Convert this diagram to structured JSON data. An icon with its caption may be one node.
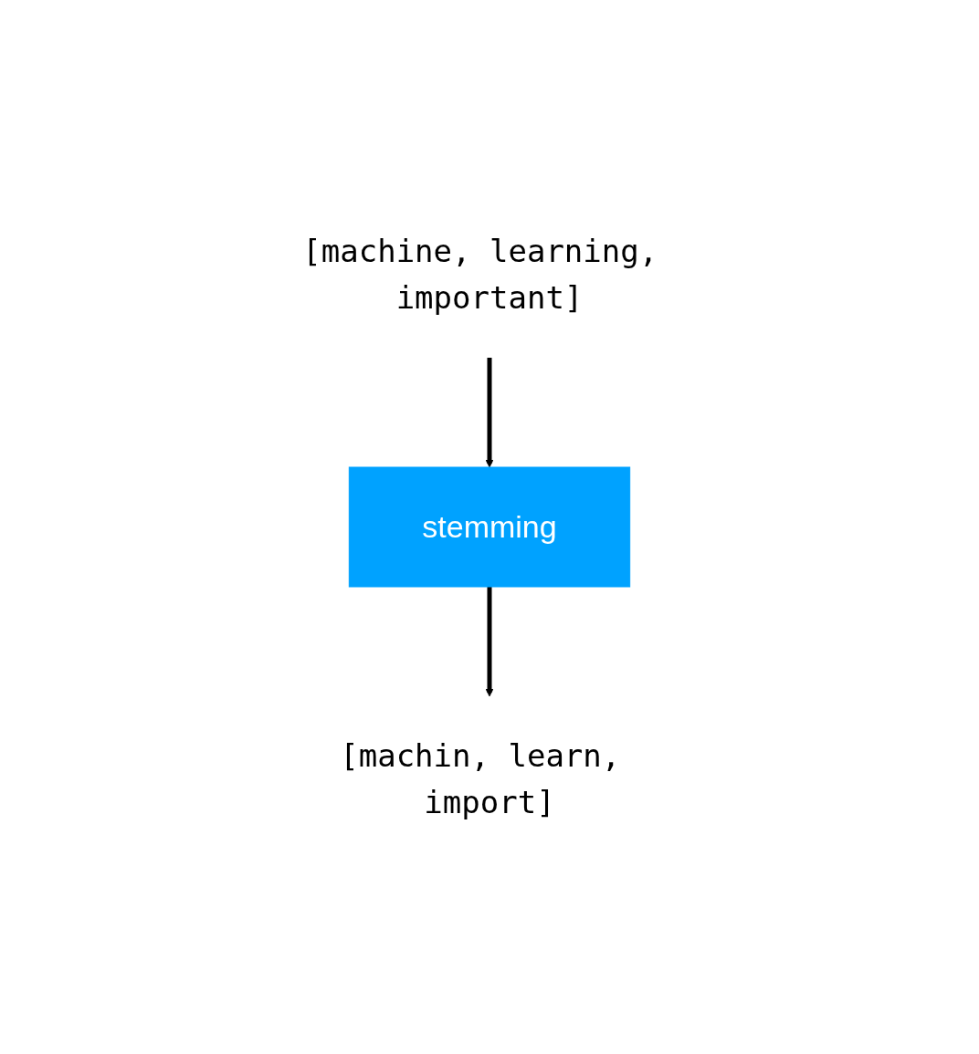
{
  "diagram": {
    "nodes": [
      {
        "text": [
          "[machine, learning, important]"
        ]
      },
      {
        "text": [
          "stemming"
        ]
      },
      {
        "text": [
          "[machin, learn, import]"
        ]
      }
    ],
    "edges": [
      {
        "from": 0,
        "to": 1,
        "arrow": "to"
      },
      {
        "from": 1,
        "to": 2,
        "arrow": "to"
      }
    ]
  }
}
